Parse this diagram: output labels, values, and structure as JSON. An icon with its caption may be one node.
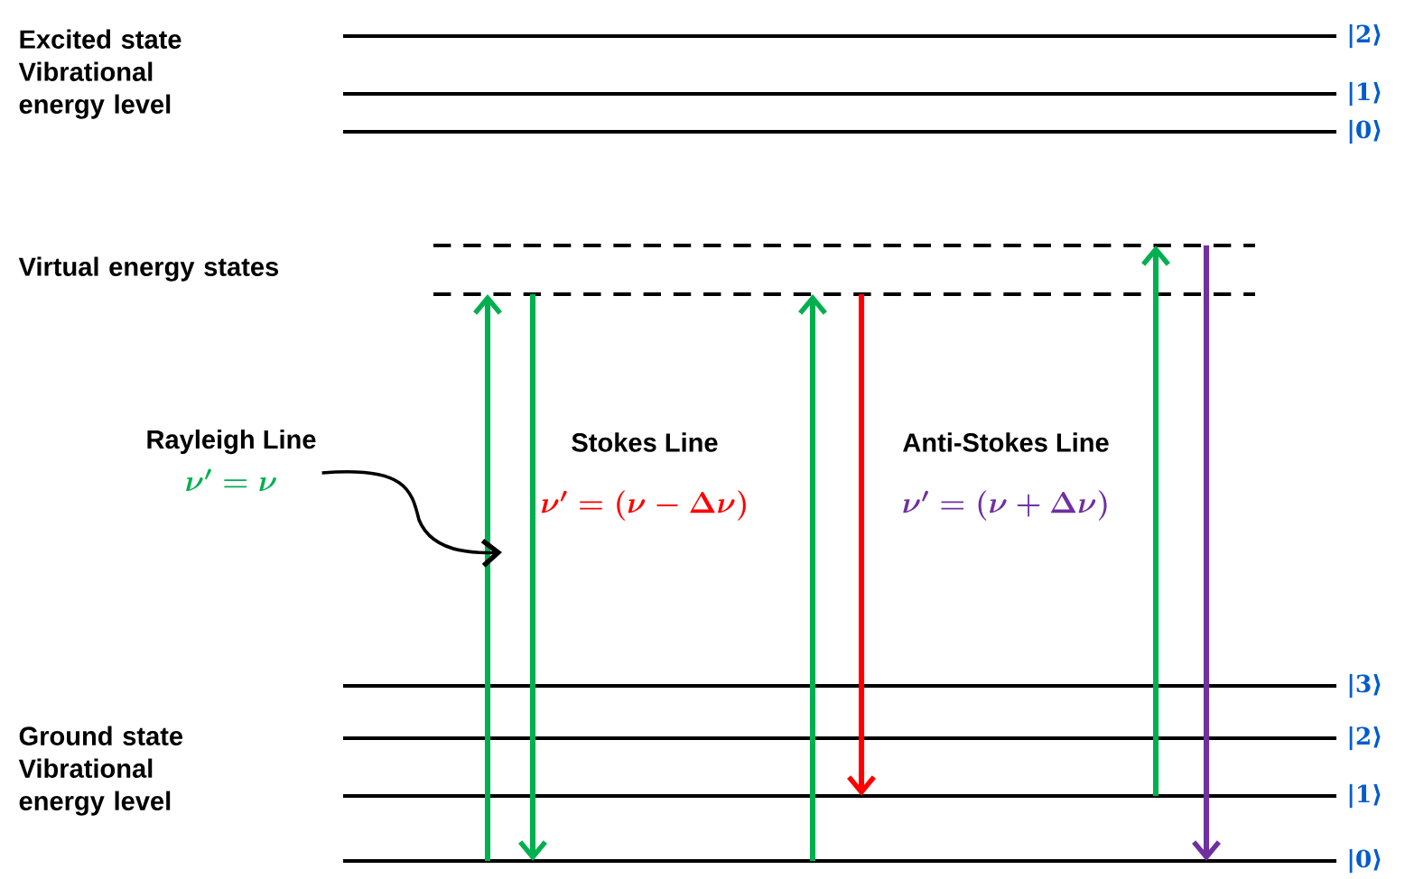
{
  "diagram": {
    "nodes": [
      {
        "text": [],
        "shape": "line",
        "beside": [
          "|2⟩"
        ]
      },
      {
        "text": [],
        "shape": "line",
        "beside": [
          "|1⟩"
        ]
      },
      {
        "text": [],
        "shape": "line",
        "beside": [
          "|0⟩"
        ]
      },
      {
        "text": [],
        "shape": "dashed"
      },
      {
        "text": [],
        "shape": "dashed"
      },
      {
        "text": [
          "Rayleigh Line",
          "\\nu^{\\prime} = \\nu"
        ]
      },
      {
        "text": [],
        "shape": "line",
        "beside": [
          "|3⟩"
        ]
      },
      {
        "text": [],
        "shape": "line",
        "beside": [
          "|2⟩"
        ]
      },
      {
        "text": [],
        "shape": "line",
        "beside": [
          "|1⟩"
        ]
      },
      {
        "text": [],
        "shape": "line",
        "beside": [
          "|0⟩"
        ]
      }
    ],
    "edges": [
      {
        "from": 9,
        "to": 4,
        "arrow": "to"
      },
      {
        "from": 4,
        "to": 9,
        "arrow": "to"
      },
      {
        "from": 9,
        "to": 4,
        "arrow": "to"
      },
      {
        "from": 4,
        "to": 8,
        "arrow": "to",
        "color": "#ff0000"
      },
      {
        "from": 8,
        "to": 3,
        "arrow": "to"
      },
      {
        "from": 3,
        "to": 9,
        "arrow": "to",
        "color": "#7030a0"
      },
      {
        "from": 5,
        "to": null,
        "arrow": "to",
        "color": "#000000"
      }
    ],
    "labels": [
      "Excited state Vibrational energy level",
      "Virtual energy states",
      "Stokes Line",
      "\\nu^{\\prime} = (\\nu - \\Delta\\nu)",
      "Anti-Stokes Line",
      "\\nu^{\\prime} = (\\nu + \\Delta\\nu)",
      "Ground state Vibrational energy level"
    ]
  }
}
